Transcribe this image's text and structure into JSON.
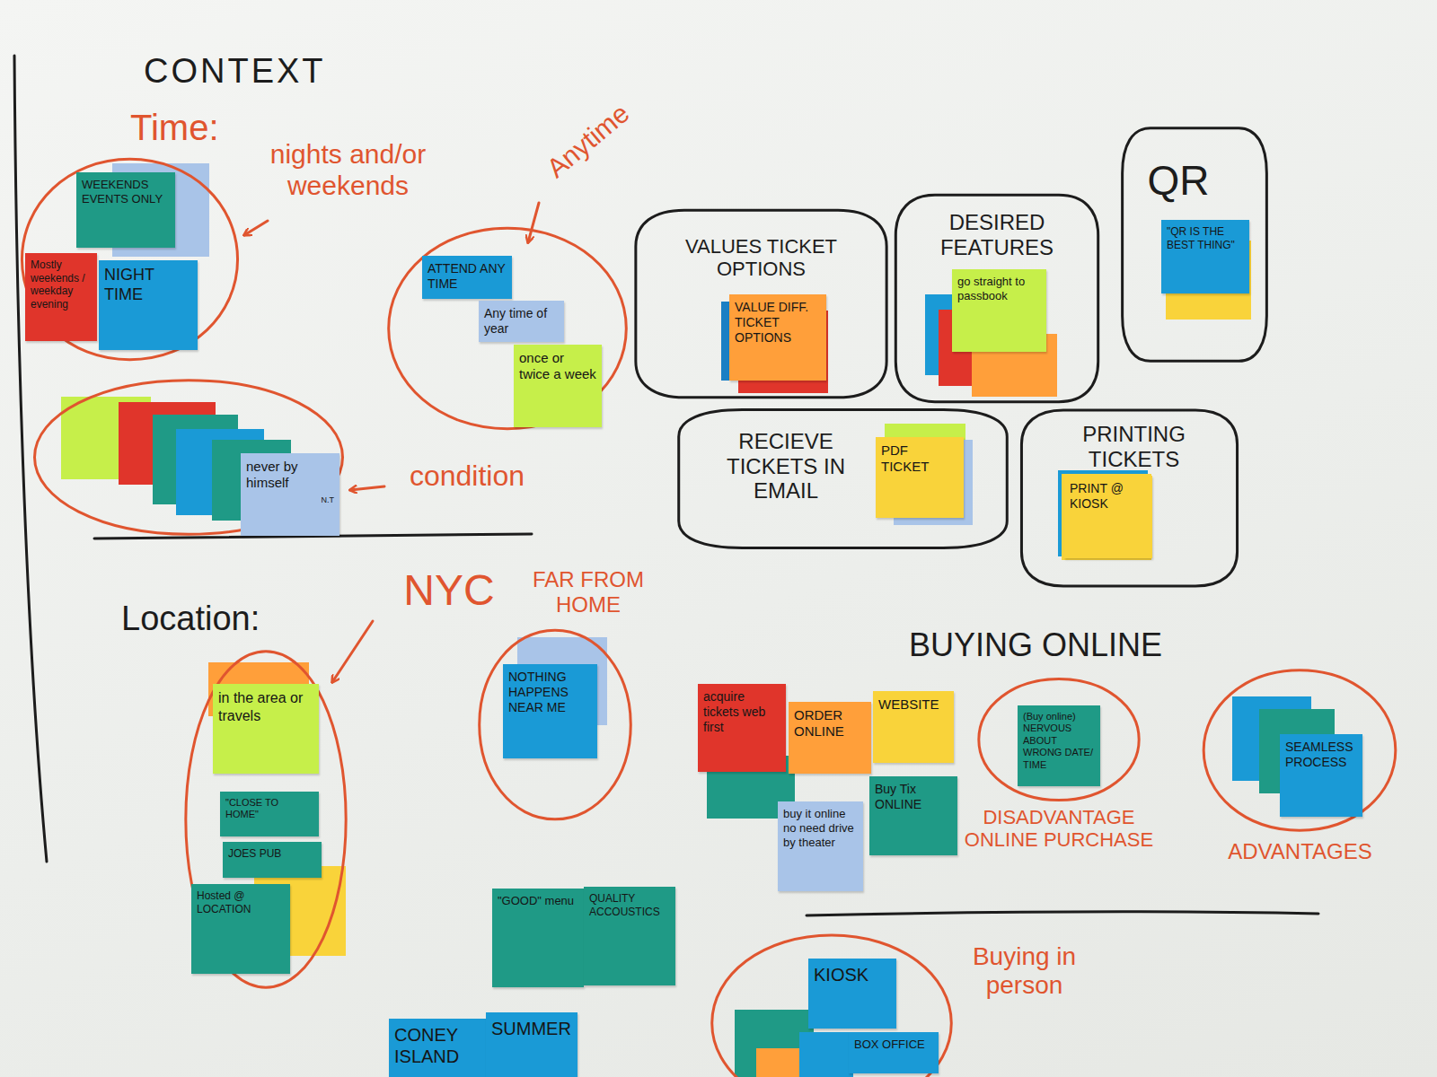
{
  "diagram": {
    "title": "CONTEXT",
    "nodes": [
      {
        "text": [
          "nights and/or weekends"
        ]
      },
      {
        "text": [
          "WEEKENDS EVENTS ONLY"
        ],
        "in": 0
      },
      {
        "text": [
          "Mostly weekends / weekday evening"
        ],
        "in": 0
      },
      {
        "text": [
          "NIGHT TIME"
        ],
        "in": 0
      },
      {
        "text": [
          "Anytime"
        ]
      },
      {
        "text": [
          "ATTEND ANY TIME"
        ],
        "in": 4
      },
      {
        "text": [
          "Any time of year"
        ],
        "in": 4
      },
      {
        "text": [
          "once or twice a week"
        ],
        "in": 4
      },
      {
        "text": [
          "VALUES TICKET OPTIONS"
        ]
      },
      {
        "text": [
          "VALUE DIFF. TICKET OPTIONS"
        ],
        "in": 8
      },
      {
        "text": [
          "DESIRED FEATURES"
        ]
      },
      {
        "text": [
          "go straight to passbook"
        ],
        "in": 10
      },
      {
        "text": [
          "QR"
        ]
      },
      {
        "text": [
          "\"QR IS THE BEST THING\""
        ],
        "in": 12
      },
      {
        "text": [
          "condition"
        ]
      },
      {
        "text": [
          "never by himself",
          "N.T"
        ],
        "in": 14
      },
      {
        "text": [
          "RECIEVE TICKETS IN EMAIL"
        ]
      },
      {
        "text": [
          "PDF TICKET"
        ],
        "in": 16
      },
      {
        "text": [
          "PRINTING TICKETS"
        ]
      },
      {
        "text": [
          "PRINT @ KIOSK"
        ],
        "in": 18
      },
      {
        "text": [
          "NYC"
        ]
      },
      {
        "text": [
          "in the area or travels"
        ],
        "in": 20
      },
      {
        "text": [
          "\"CLOSE TO HOME\""
        ],
        "in": 20
      },
      {
        "text": [
          "JOES PUB"
        ],
        "in": 20
      },
      {
        "text": [
          "Hosted @ LOCATION"
        ],
        "in": 20
      },
      {
        "text": [
          "FAR FROM HOME"
        ]
      },
      {
        "text": [
          "NOTHING HAPPENS NEAR ME"
        ],
        "in": 25
      },
      {
        "text": [
          "acquire tickets web first"
        ]
      },
      {
        "text": [
          "ORDER ONLINE"
        ]
      },
      {
        "text": [
          "WEBSITE"
        ]
      },
      {
        "text": [
          "buy it online no need drive by theater"
        ]
      },
      {
        "text": [
          "Buy Tix ONLINE"
        ]
      },
      {
        "text": [
          "DISADVANTAGE ONLINE PURCHASE"
        ]
      },
      {
        "text": [
          "(Buy online) NERVOUS ABOUT WRONG DATE/ TIME"
        ],
        "in": 32
      },
      {
        "text": [
          "ADVANTAGES"
        ]
      },
      {
        "text": [
          "SEAMLESS PROCESS"
        ],
        "in": 34
      },
      {
        "text": [
          "\"GOOD\" menu"
        ]
      },
      {
        "text": [
          "QUALITY ACCOUSTICS"
        ]
      },
      {
        "text": [
          "Buying in person"
        ]
      },
      {
        "text": [
          "KIOSK"
        ],
        "in": 38
      },
      {
        "text": [
          "BOX OFFICE"
        ],
        "in": 38
      },
      {
        "text": [
          "CONEY ISLAND"
        ]
      },
      {
        "text": [
          "SUMMER"
        ]
      }
    ],
    "labels": [
      "Time:",
      "Location:",
      "BUYING ONLINE"
    ]
  }
}
